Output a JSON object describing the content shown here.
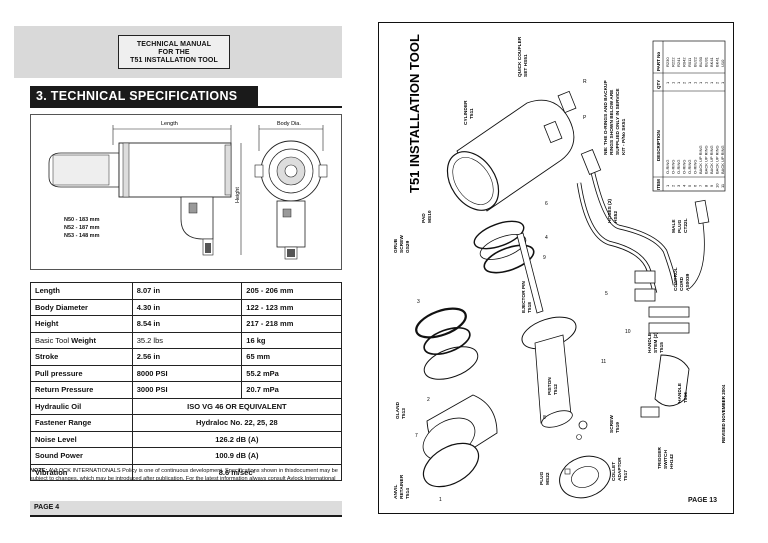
{
  "left_page": {
    "manual_title_lines": [
      "TECHNICAL MANUAL",
      "FOR THE",
      "T51 INSTALLATION TOOL"
    ],
    "section_heading": "3.   TECHNICAL SPECIFICATIONS",
    "drawing_labels": {
      "length": "Length",
      "body_dia": "Body Dia.",
      "height": "Height"
    },
    "models": [
      "N50 - 183 mm",
      "N52 - 187 mm",
      "N53 - 148 mm"
    ],
    "specs": [
      {
        "label": "Length",
        "imperial": "8.07 in",
        "metric": "205 - 206 mm"
      },
      {
        "label": "Body Diameter",
        "imperial": "4.30 in",
        "metric": "122 - 123 mm"
      },
      {
        "label": "Height",
        "imperial": "8.54 in",
        "metric": "217 - 218 mm"
      },
      {
        "label_a": "Basic Tool ",
        "label_b": "Weight",
        "imperial": "35.2 lbs",
        "metric": "16 kg"
      },
      {
        "label": "Stroke",
        "imperial": "2.56 in",
        "metric": "65 mm"
      },
      {
        "label": "Pull pressure",
        "imperial": "8000 PSI",
        "metric": "55.2 mPa"
      },
      {
        "label": "Return Pressure",
        "imperial": "3000 PSI",
        "metric": "20.7 mPa"
      },
      {
        "label": "Hydraulic Oil",
        "value": "ISO VG 46 OR EQUIVALENT"
      },
      {
        "label": "Fastener Range",
        "value": "Hydraloc No. 22, 25, 28"
      },
      {
        "label": "Noise Level",
        "value": "126.2 dB (A)"
      },
      {
        "label": "Sound Power",
        "value": "100.9 dB (A)"
      },
      {
        "label": "Vibration",
        "value": "8.6 m/sec²"
      }
    ],
    "note_label": "NOTE:",
    "note_text": "AVLOCK INTERNATIONALS Policy is one of continuous development. Specifications shown in thisdocument may be subject to changes, which may be introduced after publication. For the latest information always consult Avlock International",
    "footer": "PAGE 4"
  },
  "right_page": {
    "title": "T51 INSTALLATION TOOL",
    "page": "PAGE 13",
    "revised": "REVISED NOVEMBER 2004",
    "nb_lines": [
      "NB: THE O-RINGS AND BACKUP",
      "RINGS SHOWN BELOW ARE",
      "SUPPLIED ONLY IN SERVICE",
      "KIT - P/No SK51"
    ],
    "parts_header": {
      "item": "ITEM",
      "desc": "DESCRIPTION",
      "qty": "QTY",
      "part": "PART No"
    },
    "parts_rows": [
      {
        "item": "1",
        "desc": "O-RING",
        "qty": "1",
        "part": "R230"
      },
      {
        "item": "2",
        "desc": "O-RING",
        "qty": "1",
        "part": "R222"
      },
      {
        "item": "3",
        "desc": "O-RING",
        "qty": "1",
        "part": "R241"
      },
      {
        "item": "4",
        "desc": "O-RING",
        "qty": "2",
        "part": "R042"
      },
      {
        "item": "5",
        "desc": "O-RING",
        "qty": "1",
        "part": "R011"
      },
      {
        "item": "6",
        "desc": "O-RING",
        "qty": "1",
        "part": "BU22"
      },
      {
        "item": "7",
        "desc": "BACK UP RING",
        "qty": "1",
        "part": "BU30"
      },
      {
        "item": "8",
        "desc": "BACK UP RING",
        "qty": "1",
        "part": "BU31"
      },
      {
        "item": "9",
        "desc": "BACK UP RING",
        "qty": "1",
        "part": "BK41"
      },
      {
        "item": "10",
        "desc": "BACK UP RING",
        "qty": "2",
        "part": "BK41"
      },
      {
        "item": "11",
        "desc": "BACK UP RING",
        "qty": "1",
        "part": "U10"
      }
    ],
    "callouts": {
      "quick_coupler": [
        "QUICK COUPLER",
        "SET HS51"
      ],
      "cylinder": [
        "CYLINDER",
        "T511"
      ],
      "grub_screw": [
        "GRUB",
        "SCREW",
        "GS29"
      ],
      "pad": [
        "PAD",
        "MS10"
      ],
      "ejector_pin": [
        "EJECTOR PIN",
        "T518"
      ],
      "hoses": [
        "HOSES (2)",
        "HS52"
      ],
      "male_plug": [
        "MALE",
        "PLUG",
        "CT22L"
      ],
      "control_cord": [
        "CONTROL",
        "CORD",
        "AS0039"
      ],
      "handle_stem": [
        "HANDLE",
        "STEM (2)",
        "T515"
      ],
      "handle": [
        "HANDLE",
        "T516"
      ],
      "piston": [
        "PISTON",
        "T512"
      ],
      "gland": [
        "GLAND",
        "T513"
      ],
      "screw": [
        "SCREW",
        "T519"
      ],
      "plug": [
        "PLUG",
        "MS22"
      ],
      "collet_adaptor": [
        "COLLET",
        "ADAPTOR",
        "T517"
      ],
      "trigger_switch": [
        "TRIGGER",
        "SWITCH",
        "HH142"
      ],
      "anvil_retainer": [
        "ANVIL",
        "RETAINER",
        "T514"
      ]
    },
    "numbers": [
      "1",
      "2",
      "3",
      "4",
      "5",
      "6",
      "7",
      "8",
      "9",
      "10",
      "11",
      "R",
      "P"
    ]
  }
}
